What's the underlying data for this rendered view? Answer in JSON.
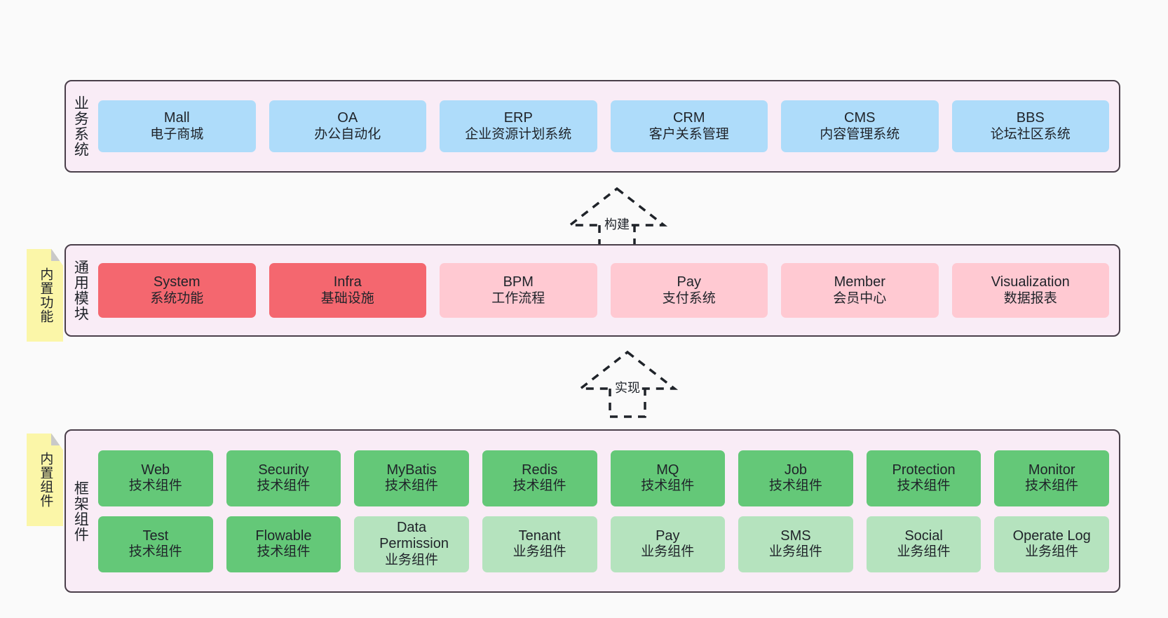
{
  "diagram": {
    "background": "#fafafa",
    "colors": {
      "layer_fill": "#f9ecf6",
      "layer_border": "#4a3f4a",
      "blue": "#aedcfa",
      "red": "#f4676f",
      "pink_light": "#ffc9d2",
      "green": "#64c878",
      "green_light": "#b5e3be",
      "note_yellow": "#fbf6a8",
      "note_fold": "#c9c9c9",
      "text": "#1f2329"
    }
  },
  "layers": [
    {
      "id": "business-systems",
      "title": "业务系统",
      "rows": [
        {
          "cells": [
            {
              "name": "Mall",
              "desc": "电子商城",
              "style": "c-blue"
            },
            {
              "name": "OA",
              "desc": "办公自动化",
              "style": "c-blue"
            },
            {
              "name": "ERP",
              "desc": "企业资源计划系统",
              "style": "c-blue"
            },
            {
              "name": "CRM",
              "desc": "客户关系管理",
              "style": "c-blue"
            },
            {
              "name": "CMS",
              "desc": "内容管理系统",
              "style": "c-blue"
            },
            {
              "name": "BBS",
              "desc": "论坛社区系统",
              "style": "c-blue"
            }
          ]
        }
      ]
    },
    {
      "id": "common-modules",
      "title": "通用模块",
      "note": "内置功能",
      "rows": [
        {
          "cells": [
            {
              "name": "System",
              "desc": "系统功能",
              "style": "c-red"
            },
            {
              "name": "Infra",
              "desc": "基础设施",
              "style": "c-red"
            },
            {
              "name": "BPM",
              "desc": "工作流程",
              "style": "c-pinklight"
            },
            {
              "name": "Pay",
              "desc": "支付系统",
              "style": "c-pinklight"
            },
            {
              "name": "Member",
              "desc": "会员中心",
              "style": "c-pinklight"
            },
            {
              "name": "Visualization",
              "desc": "数据报表",
              "style": "c-pinklight"
            }
          ]
        }
      ]
    },
    {
      "id": "framework-components",
      "title": "框架组件",
      "note": "内置组件",
      "rows": [
        {
          "cells": [
            {
              "name": "Web",
              "desc": "技术组件",
              "style": "c-green"
            },
            {
              "name": "Security",
              "desc": "技术组件",
              "style": "c-green"
            },
            {
              "name": "MyBatis",
              "desc": "技术组件",
              "style": "c-green"
            },
            {
              "name": "Redis",
              "desc": "技术组件",
              "style": "c-green"
            },
            {
              "name": "MQ",
              "desc": "技术组件",
              "style": "c-green"
            },
            {
              "name": "Job",
              "desc": "技术组件",
              "style": "c-green"
            },
            {
              "name": "Protection",
              "desc": "技术组件",
              "style": "c-green"
            },
            {
              "name": "Monitor",
              "desc": "技术组件",
              "style": "c-green"
            }
          ]
        },
        {
          "cells": [
            {
              "name": "Test",
              "desc": "技术组件",
              "style": "c-green"
            },
            {
              "name": "Flowable",
              "desc": "技术组件",
              "style": "c-green"
            },
            {
              "name": "Data Permission",
              "desc": "业务组件",
              "style": "c-greenlight"
            },
            {
              "name": "Tenant",
              "desc": "业务组件",
              "style": "c-greenlight"
            },
            {
              "name": "Pay",
              "desc": "业务组件",
              "style": "c-greenlight"
            },
            {
              "name": "SMS",
              "desc": "业务组件",
              "style": "c-greenlight"
            },
            {
              "name": "Social",
              "desc": "业务组件",
              "style": "c-greenlight"
            },
            {
              "name": "Operate Log",
              "desc": "业务组件",
              "style": "c-greenlight"
            }
          ]
        }
      ]
    }
  ],
  "connectors": [
    {
      "id": "build",
      "label": "构建"
    },
    {
      "id": "implement",
      "label": "实现"
    }
  ]
}
